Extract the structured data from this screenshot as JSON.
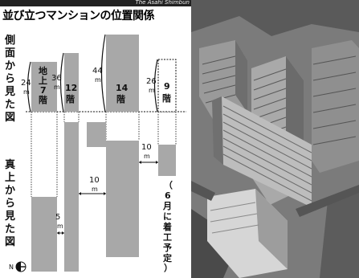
{
  "header": {
    "title": "並び立つマンションの位置関係",
    "credit": "The Asahi Shimbun"
  },
  "diagram": {
    "side_view_label": [
      "側",
      "面",
      "か",
      "ら",
      "見",
      "た",
      "図"
    ],
    "top_view_label": [
      "真",
      "上",
      "か",
      "ら",
      "見",
      "た",
      "図"
    ],
    "unit": "m",
    "buildings": [
      {
        "height_label": "24",
        "floors_label": [
          "地",
          "上",
          "7",
          "階"
        ]
      },
      {
        "height_label": "36",
        "floors_label": [
          "12",
          "階"
        ]
      },
      {
        "height_label": "44",
        "floors_label": [
          "14",
          "階"
        ]
      },
      {
        "height_label": "26",
        "floors_label": [
          "9",
          "階"
        ]
      }
    ],
    "gap_labels": [
      {
        "value": "5",
        "unit": "m"
      },
      {
        "value": "10",
        "unit": "m"
      },
      {
        "value": "10",
        "unit": "m"
      }
    ],
    "note": [
      "（",
      "6",
      "月",
      "に",
      "着",
      "工",
      "予",
      "定",
      "）"
    ],
    "compass": "N"
  },
  "colors": {
    "fill_gray": "#a8a8a8",
    "ink": "#111111",
    "photo_base": "#7b7b7b"
  }
}
